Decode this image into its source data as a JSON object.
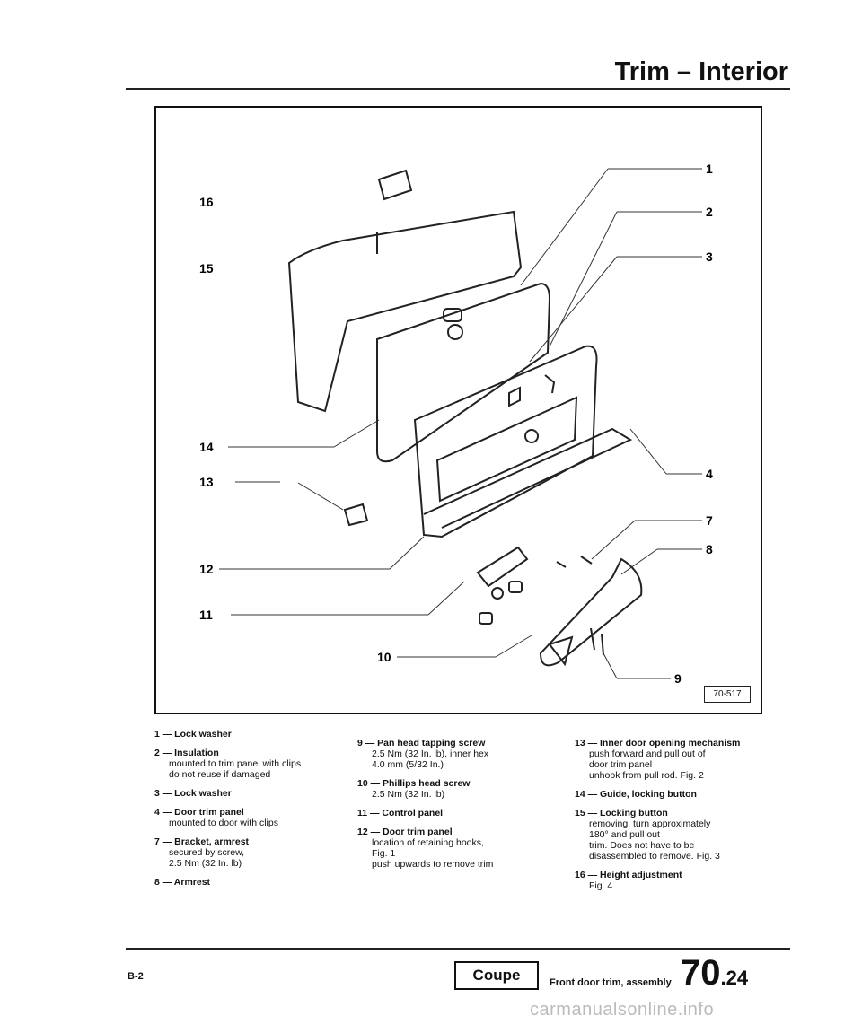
{
  "header": {
    "title": "Trim – Interior"
  },
  "figure": {
    "callouts": [
      "1",
      "2",
      "3",
      "4",
      "7",
      "8",
      "9",
      "10",
      "11",
      "12",
      "13",
      "14",
      "15",
      "16"
    ],
    "ref_code": "70-517"
  },
  "legend": {
    "col1": [
      {
        "head": "1 — Lock washer",
        "sub": []
      },
      {
        "head": "2 — Insulation",
        "sub": [
          "mounted to trim panel with clips",
          "do not reuse if damaged"
        ]
      },
      {
        "head": "3 — Lock washer",
        "sub": []
      },
      {
        "head": "4 — Door trim panel",
        "sub": [
          "mounted to door with clips"
        ]
      },
      {
        "head": "7 — Bracket, armrest",
        "sub": [
          "secured by screw,",
          "2.5 Nm (32 In. lb)"
        ]
      },
      {
        "head": "8 — Armrest",
        "sub": []
      }
    ],
    "col2": [
      {
        "head": "9 — Pan head tapping screw",
        "sub": [
          "2.5 Nm (32 In. lb), inner hex",
          "4.0 mm (5/32 In.)"
        ]
      },
      {
        "head": "10 — Phillips head screw",
        "sub": [
          "2.5 Nm (32 In. lb)"
        ]
      },
      {
        "head": "11 — Control panel",
        "sub": []
      },
      {
        "head": "12 — Door trim panel",
        "sub": [
          "location of retaining hooks,",
          "Fig. 1",
          "push upwards to remove trim"
        ]
      }
    ],
    "col3": [
      {
        "head": "13 — Inner door opening mechanism",
        "sub": [
          "push forward and pull out of",
          "door trim panel",
          "unhook from pull rod. Fig. 2"
        ]
      },
      {
        "head": "14 — Guide, locking button",
        "sub": []
      },
      {
        "head": "15 — Locking button",
        "sub": [
          "removing, turn approximately",
          "180° and pull out",
          "trim. Does not have to be",
          "disassembled to remove. Fig. 3"
        ]
      },
      {
        "head": "16 — Height adjustment",
        "sub": [
          "Fig. 4"
        ]
      }
    ]
  },
  "footer": {
    "page_number": "B-2",
    "badge": "Coupe",
    "section_name": "Front door trim, assembly",
    "section_number_major": "70",
    "section_number_minor": ".24",
    "watermark": "carmanualsonline.info"
  }
}
